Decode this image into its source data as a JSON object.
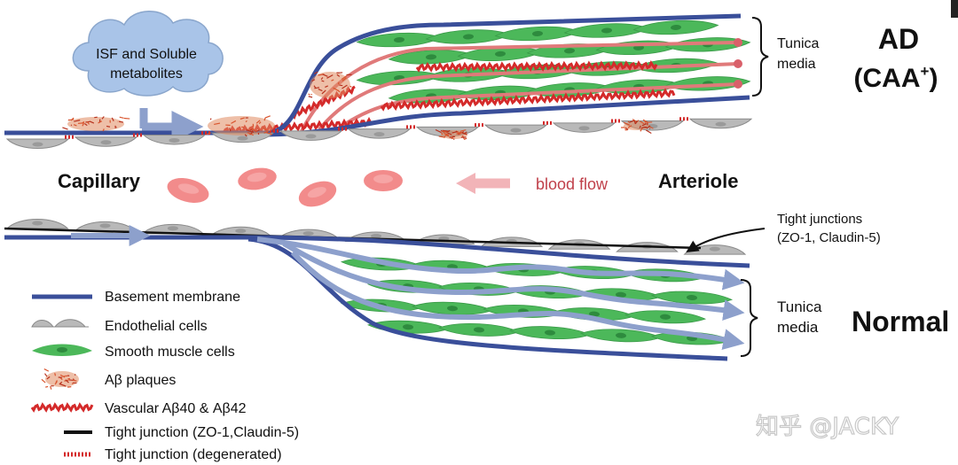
{
  "cloud": {
    "line1": "ISF and Soluble",
    "line2": "metabolites"
  },
  "labels": {
    "capillary": "Capillary",
    "arteriole": "Arteriole",
    "blood_flow": "blood flow",
    "ad_line1": "AD",
    "ad_line2": "(CAA",
    "ad_sup": "+",
    "ad_close": ")",
    "normal": "Normal",
    "tunica_top_1": "Tunica",
    "tunica_top_2": "media",
    "tunica_bottom_1": "Tunica",
    "tunica_bottom_2": "media",
    "tight_junctions_1": "Tight junctions",
    "tight_junctions_2": "(ZO-1, Claudin-5)"
  },
  "legend": [
    {
      "icon": "basement-membrane-line",
      "label": "Basement membrane"
    },
    {
      "icon": "endothelial-cells-icon",
      "label": "Endothelial cells"
    },
    {
      "icon": "smooth-muscle-cell-icon",
      "label": "Smooth muscle cells"
    },
    {
      "icon": "abeta-plaque-icon",
      "label": "Aβ plaques"
    },
    {
      "icon": "vascular-abeta-wave-icon",
      "label": "Vascular Aβ40 &  Aβ42"
    },
    {
      "icon": "tight-junction-line",
      "label": "Tight junction (ZO-1,Claudin-5)"
    },
    {
      "icon": "tight-junction-degenerated-line",
      "label": "Tight junction (degenerated)"
    }
  ],
  "watermark": "知乎 @JACKY",
  "colors": {
    "basement": "#3a4f9a",
    "flow_arrow": "#8da0cc",
    "smooth_muscle": "#4cb85a",
    "smooth_muscle_nucleus": "#2e8b3e",
    "endothelial": "#b9b9b9",
    "abeta_wave": "#d42a2a",
    "abeta_line": "#e07a7a",
    "rbc": "#f28b8b",
    "cloud": "#a9c4e8",
    "blood_flow": "#c0404a"
  }
}
